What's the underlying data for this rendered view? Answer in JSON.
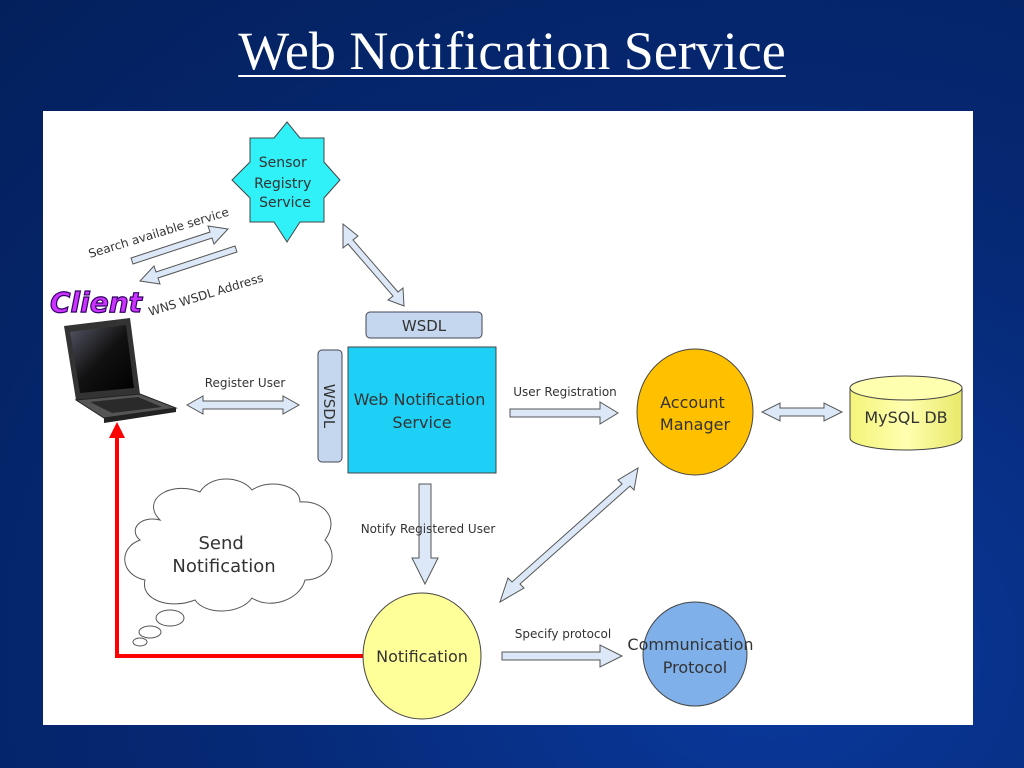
{
  "slide": {
    "title": "Web Notification Service"
  },
  "colors": {
    "background": "#062a78",
    "panel": "#ffffff",
    "service_box": "#1ed0f5",
    "account_manager": "#ffc000",
    "notification": "#ffff99",
    "mysql_db": "#ffff99",
    "communication_protocol": "#7fb0ea",
    "wsdl_tab": "#c5d7ee",
    "connector_arrow": "#dce8f7",
    "send_line": "#ff0000",
    "client_label": "#cc33ff"
  },
  "diagram": {
    "client": {
      "label": "Client",
      "icon": "laptop-icon"
    },
    "sensor_registry": {
      "lines": [
        "Sensor",
        "Registry",
        "Service"
      ]
    },
    "web_notification_service": {
      "lines": [
        "Web Notification",
        "Service"
      ]
    },
    "wsdl_top": "WSDL",
    "wsdl_side": "WSDL",
    "account_manager": {
      "lines": [
        "Account",
        "Manager"
      ]
    },
    "mysql_db": "MySQL DB",
    "notification": "Notification",
    "communication_protocol": {
      "lines": [
        "Communication",
        "Protocol"
      ]
    },
    "send_notification": {
      "lines": [
        "Send",
        "Notification"
      ]
    },
    "edge_labels": {
      "search": "Search available service",
      "wns_address": "WNS WSDL Address",
      "register_user": "Register User",
      "user_registration": "User Registration",
      "notify_registered_user": "Notify Registered User",
      "specify_protocol": "Specify protocol"
    }
  }
}
